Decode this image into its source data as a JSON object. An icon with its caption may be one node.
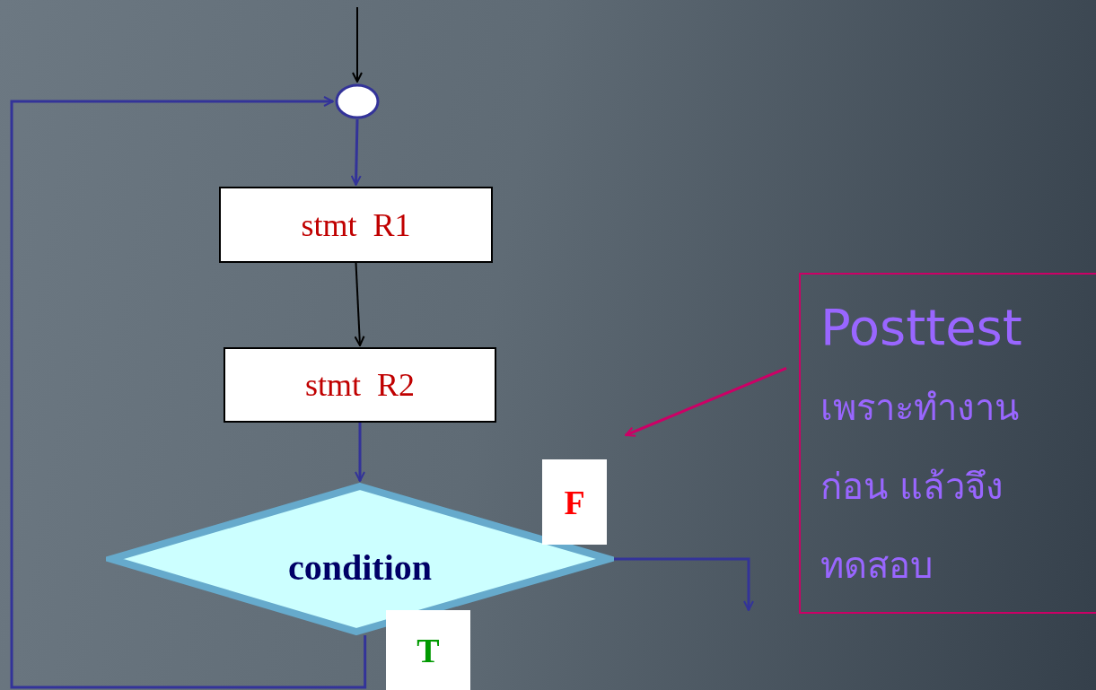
{
  "diagram": {
    "nodes": [
      {
        "text": [],
        "shape": "circle"
      },
      {
        "text": [
          "stmt  R1"
        ]
      },
      {
        "text": [
          "stmt  R2"
        ]
      },
      {
        "text": [
          "condition"
        ]
      },
      {
        "text": [
          "Posttest",
          "เพราะทำงานก่อน แล้วจึงทดสอบ"
        ]
      }
    ],
    "edges": [
      {
        "from": null,
        "to": 0,
        "arrow": "to",
        "color": "#000000"
      },
      {
        "from": 0,
        "to": 1,
        "arrow": "to"
      },
      {
        "from": 1,
        "to": 2,
        "arrow": "to",
        "color": "#000000"
      },
      {
        "from": 2,
        "to": 3,
        "arrow": "to"
      },
      {
        "from": 3,
        "to": null,
        "arrow": "to",
        "label": "F"
      },
      {
        "from": 3,
        "to": 0,
        "arrow": "to",
        "label": "T"
      },
      {
        "from": 4,
        "to": null,
        "arrow": "to",
        "color": "#cc0066"
      }
    ]
  }
}
